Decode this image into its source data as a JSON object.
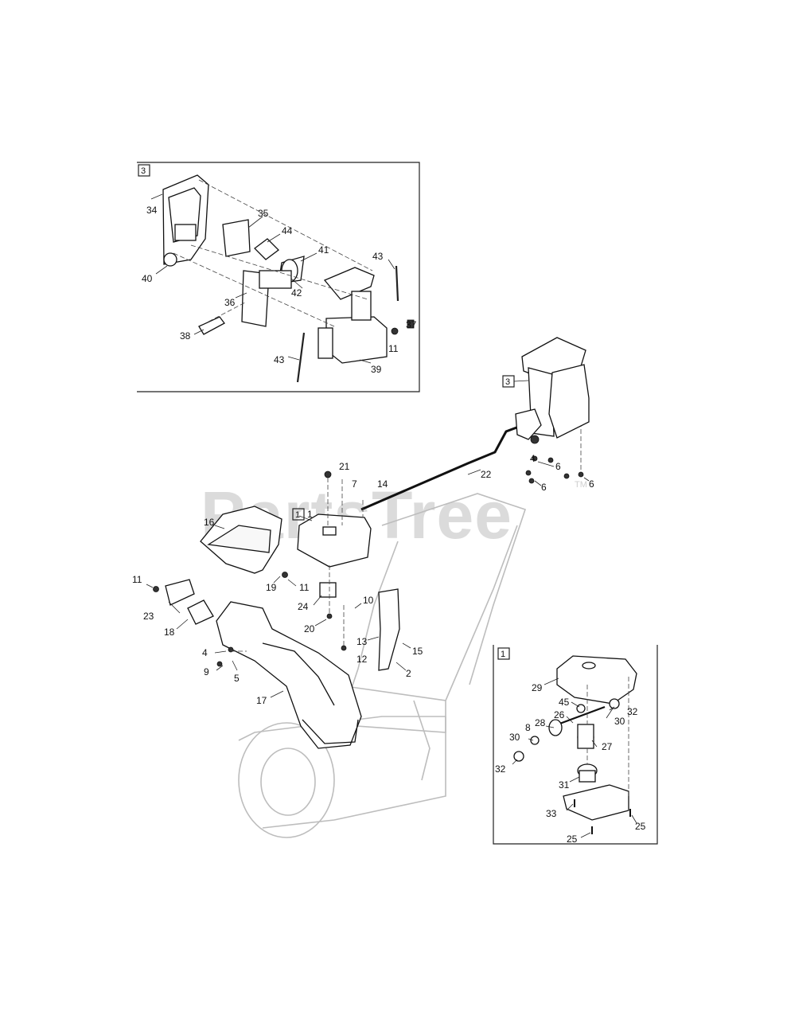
{
  "watermark": {
    "text": "PartsTree",
    "trademark": "TM"
  },
  "insets": {
    "upper_left": {
      "ref": "3"
    },
    "lower_right": {
      "ref": "1"
    },
    "main_ref_1": "1",
    "main_ref_3": "3"
  },
  "callouts": {
    "inset3": [
      "34",
      "35",
      "44",
      "41",
      "43",
      "40",
      "42",
      "36",
      "37",
      "38",
      "11",
      "43",
      "39"
    ],
    "main": [
      "21",
      "7",
      "14",
      "22",
      "16",
      "1",
      "19",
      "11",
      "11",
      "23",
      "18",
      "24",
      "10",
      "20",
      "13",
      "12",
      "15",
      "2",
      "4",
      "9",
      "5",
      "17",
      "4",
      "6",
      "6",
      "6"
    ],
    "inset1": [
      "29",
      "45",
      "32",
      "30",
      "26",
      "28",
      "8",
      "30",
      "27",
      "32",
      "31",
      "33",
      "25",
      "25"
    ]
  }
}
